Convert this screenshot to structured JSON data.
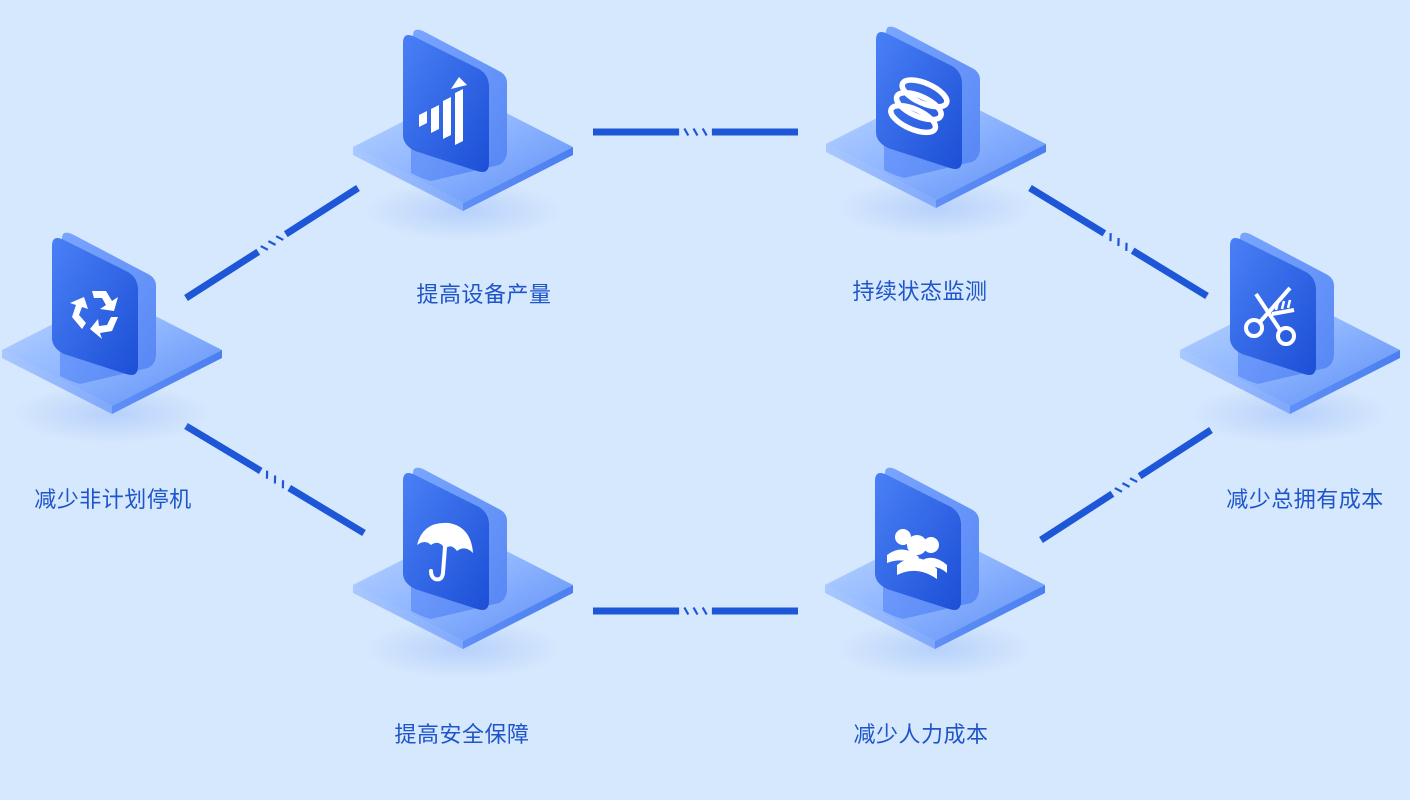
{
  "colors": {
    "background": "#d6e8fd",
    "accent": "#1d57d8",
    "label": "#1f55c9",
    "glyph": "#ffffff"
  },
  "nodes": [
    {
      "id": "reduce-unplanned-downtime",
      "label": "减少非计划停机",
      "icon": "recycle-icon"
    },
    {
      "id": "improve-equipment-output",
      "label": "提高设备产量",
      "icon": "bar-chart-up-icon"
    },
    {
      "id": "continuous-condition-monitoring",
      "label": "持续状态监测",
      "icon": "database-icon"
    },
    {
      "id": "reduce-total-cost-of-ownership",
      "label": "减少总拥有成本",
      "icon": "scissors-icon"
    },
    {
      "id": "reduce-labor-cost",
      "label": "减少人力成本",
      "icon": "people-group-icon"
    },
    {
      "id": "improve-safety",
      "label": "提高安全保障",
      "icon": "umbrella-icon"
    }
  ],
  "connections": [
    {
      "from": "reduce-unplanned-downtime",
      "to": "improve-equipment-output"
    },
    {
      "from": "improve-equipment-output",
      "to": "continuous-condition-monitoring"
    },
    {
      "from": "continuous-condition-monitoring",
      "to": "reduce-total-cost-of-ownership"
    },
    {
      "from": "reduce-total-cost-of-ownership",
      "to": "reduce-labor-cost"
    },
    {
      "from": "reduce-labor-cost",
      "to": "improve-safety"
    },
    {
      "from": "improve-safety",
      "to": "reduce-unplanned-downtime"
    }
  ]
}
